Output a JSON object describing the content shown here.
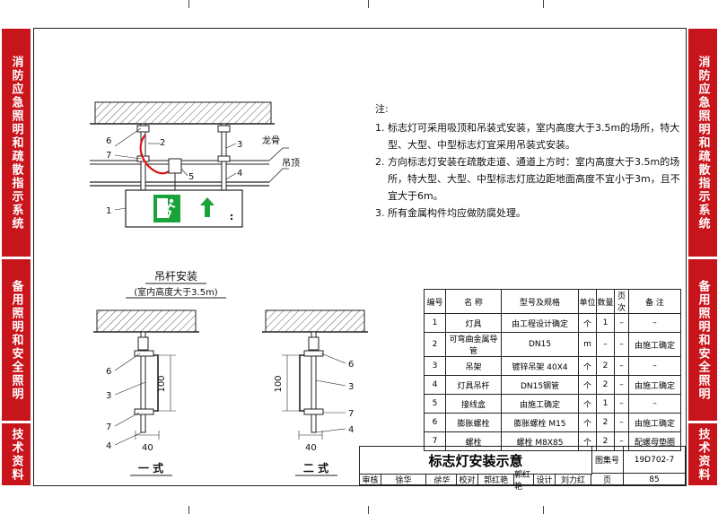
{
  "side_tabs": {
    "left": [
      "消防应急照明和疏散指示系统",
      "备用照明和安全照明",
      "技术资料"
    ],
    "right": [
      "消防应急照明和疏散指示系统",
      "备用照明和安全照明",
      "技术资料"
    ]
  },
  "drawing_labels": {
    "top_numbers": [
      "6",
      "2",
      "7",
      "3",
      "5",
      "4",
      "1"
    ],
    "keel": "龙骨",
    "ceiling": "吊顶",
    "rod_title": "吊杆安装",
    "rod_subtitle": "(室内高度大于3.5m)",
    "type1": "一 式",
    "type2": "二 式",
    "dim_100": "100",
    "dim_40": "40",
    "left_numbers": [
      "6",
      "3",
      "7",
      "4"
    ],
    "right_numbers": [
      "6",
      "3",
      "7",
      "4"
    ]
  },
  "notes": {
    "title": "注:",
    "items": [
      {
        "num": "1.",
        "text": "标志灯可采用吸顶和吊装式安装，室内高度大于3.5m的场所，特大型、大型、中型标志灯宜采用吊装式安装。"
      },
      {
        "num": "2.",
        "text": "方向标志灯安装在疏散走道、通道上方时：室内高度大于3.5m的场所，特大型、大型、中型标志灯底边距地面高度不宜小于3m，且不宜大于6m。"
      },
      {
        "num": "3.",
        "text": "所有金属构件均应做防腐处理。"
      }
    ]
  },
  "bom": {
    "headers": [
      "编号",
      "名 称",
      "型号及规格",
      "单位",
      "数量",
      "页次",
      "备 注"
    ],
    "rows": [
      [
        "1",
        "灯具",
        "由工程设计确定",
        "个",
        "1",
        "–",
        "–"
      ],
      [
        "2",
        "可弯曲金属导管",
        "DN15",
        "m",
        "–",
        "–",
        "由施工确定"
      ],
      [
        "3",
        "吊架",
        "镀锌吊架 40X4",
        "个",
        "2",
        "–",
        "–"
      ],
      [
        "4",
        "灯具吊杆",
        "DN15钢管",
        "个",
        "2",
        "–",
        "由施工确定"
      ],
      [
        "5",
        "接线盒",
        "由施工确定",
        "个",
        "1",
        "–",
        "–"
      ],
      [
        "6",
        "膨胀螺栓",
        "膨胀螺栓 M15",
        "个",
        "2",
        "–",
        "由施工确定"
      ],
      [
        "7",
        "螺栓",
        "螺栓 M8X85",
        "个",
        "2",
        "–",
        "配螺母垫圈"
      ]
    ]
  },
  "title_block": {
    "title": "标志灯安装示意",
    "atlas_label": "图集号",
    "atlas_no": "19D702-7",
    "page_label": "页",
    "page_no": "85",
    "review_label": "审核",
    "review_name": "徐华",
    "check_label": "校对",
    "check_name": "郭红艳",
    "design_label": "设计",
    "design_name": "刘力红"
  },
  "colors": {
    "tab_red": "#c8141b",
    "sign_green": "#1aa33a"
  }
}
